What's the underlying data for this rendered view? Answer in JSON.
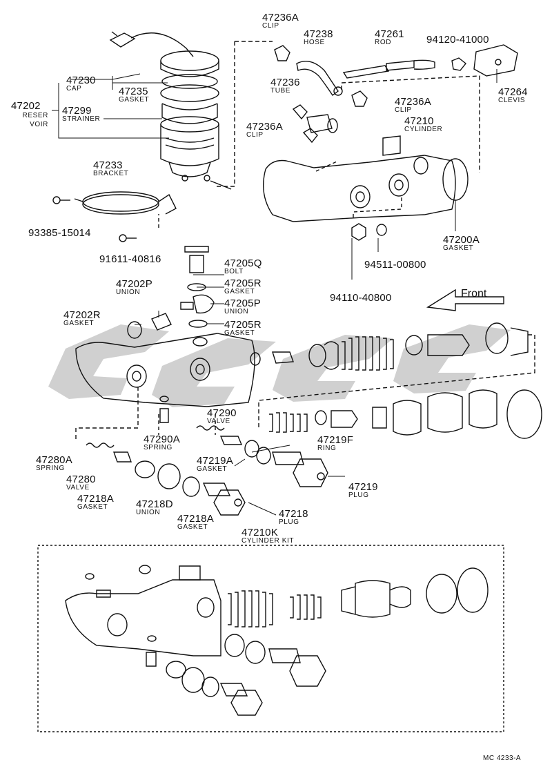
{
  "diagram": {
    "front_label": "Front",
    "drawing_code": "MC 4233-A",
    "watermark_color": "#c8c8c8",
    "line_color": "#111111"
  },
  "parts": [
    {
      "number": "47236A",
      "name": "CLIP"
    },
    {
      "number": "47238",
      "name": "HOSE"
    },
    {
      "number": "47261",
      "name": "ROD"
    },
    {
      "number": "94120-41000",
      "name": ""
    },
    {
      "number": "47264",
      "name": "CLEVIS"
    },
    {
      "number": "47236",
      "name": "TUBE"
    },
    {
      "number": "47236A",
      "name": "CLIP"
    },
    {
      "number": "47236A",
      "name": "CLIP"
    },
    {
      "number": "47210",
      "name": "CYLINDER"
    },
    {
      "number": "47230",
      "name": "CAP"
    },
    {
      "number": "47235",
      "name": "GASKET"
    },
    {
      "number": "47202",
      "name": "RESER VOIR"
    },
    {
      "number": "47299",
      "name": "STRAINER"
    },
    {
      "number": "47233",
      "name": "BRACKET"
    },
    {
      "number": "93385-15014",
      "name": ""
    },
    {
      "number": "91611-40816",
      "name": ""
    },
    {
      "number": "47200A",
      "name": "GASKET"
    },
    {
      "number": "94511-00800",
      "name": ""
    },
    {
      "number": "94110-40800",
      "name": ""
    },
    {
      "number": "47205Q",
      "name": "BOLT"
    },
    {
      "number": "47205R",
      "name": "GASKET"
    },
    {
      "number": "47205P",
      "name": "UNION"
    },
    {
      "number": "47205R",
      "name": "GASKET"
    },
    {
      "number": "47202P",
      "name": "UNION"
    },
    {
      "number": "47202R",
      "name": "GASKET"
    },
    {
      "number": "47290",
      "name": "VALVE"
    },
    {
      "number": "47290A",
      "name": "SPRING"
    },
    {
      "number": "47219F",
      "name": "RING"
    },
    {
      "number": "47219A",
      "name": "GASKET"
    },
    {
      "number": "47219",
      "name": "PLUG"
    },
    {
      "number": "47280A",
      "name": "SPRING"
    },
    {
      "number": "47280",
      "name": "VALVE"
    },
    {
      "number": "47218A",
      "name": "GASKET"
    },
    {
      "number": "47218D",
      "name": "UNION"
    },
    {
      "number": "47218A",
      "name": "GASKET"
    },
    {
      "number": "47218",
      "name": "PLUG"
    },
    {
      "number": "47210K",
      "name": "CYLINDER KIT"
    }
  ]
}
